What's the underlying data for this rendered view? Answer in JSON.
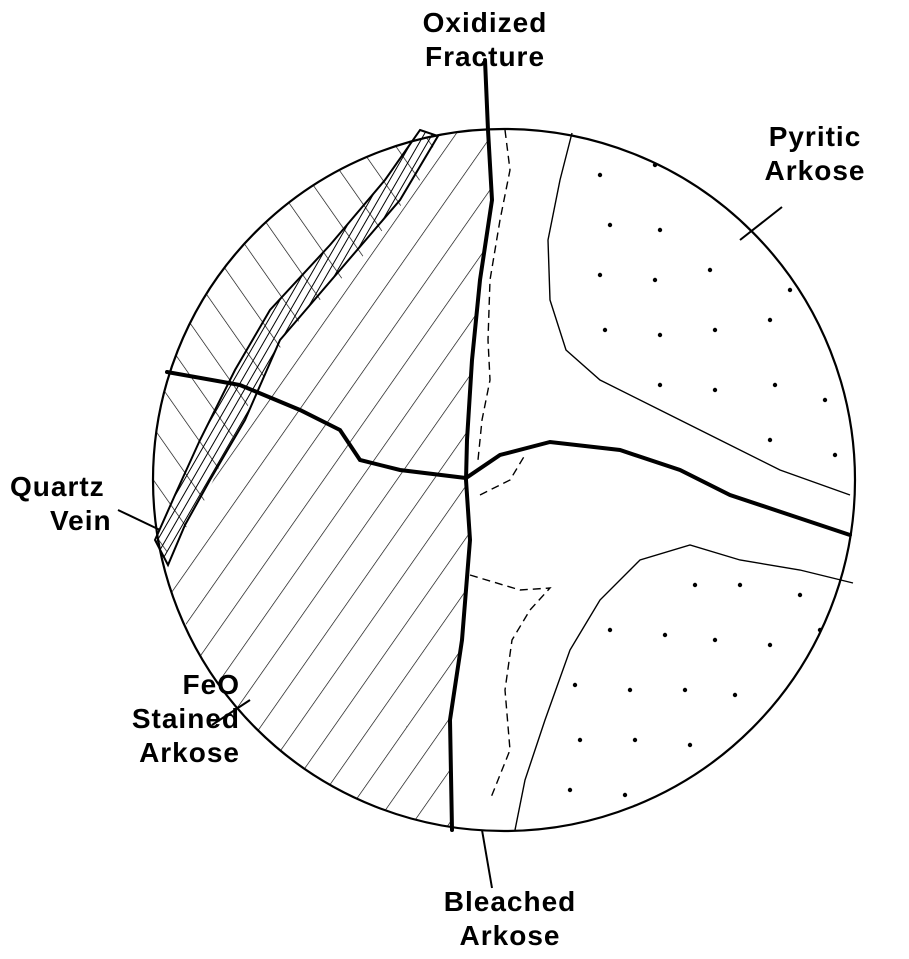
{
  "labels": {
    "oxidized_fracture": [
      "Oxidized",
      "Fracture"
    ],
    "pyritic_arkose": [
      "Pyritic",
      "Arkose"
    ],
    "quartz_vein": [
      "Quartz",
      "Vein"
    ],
    "feo_stained_arkose": [
      "FeO",
      "Stained",
      "Arkose"
    ],
    "bleached_arkose": [
      "Bleached",
      "Arkose"
    ]
  },
  "colors": {
    "ink": "#000000",
    "paper": "#ffffff"
  }
}
